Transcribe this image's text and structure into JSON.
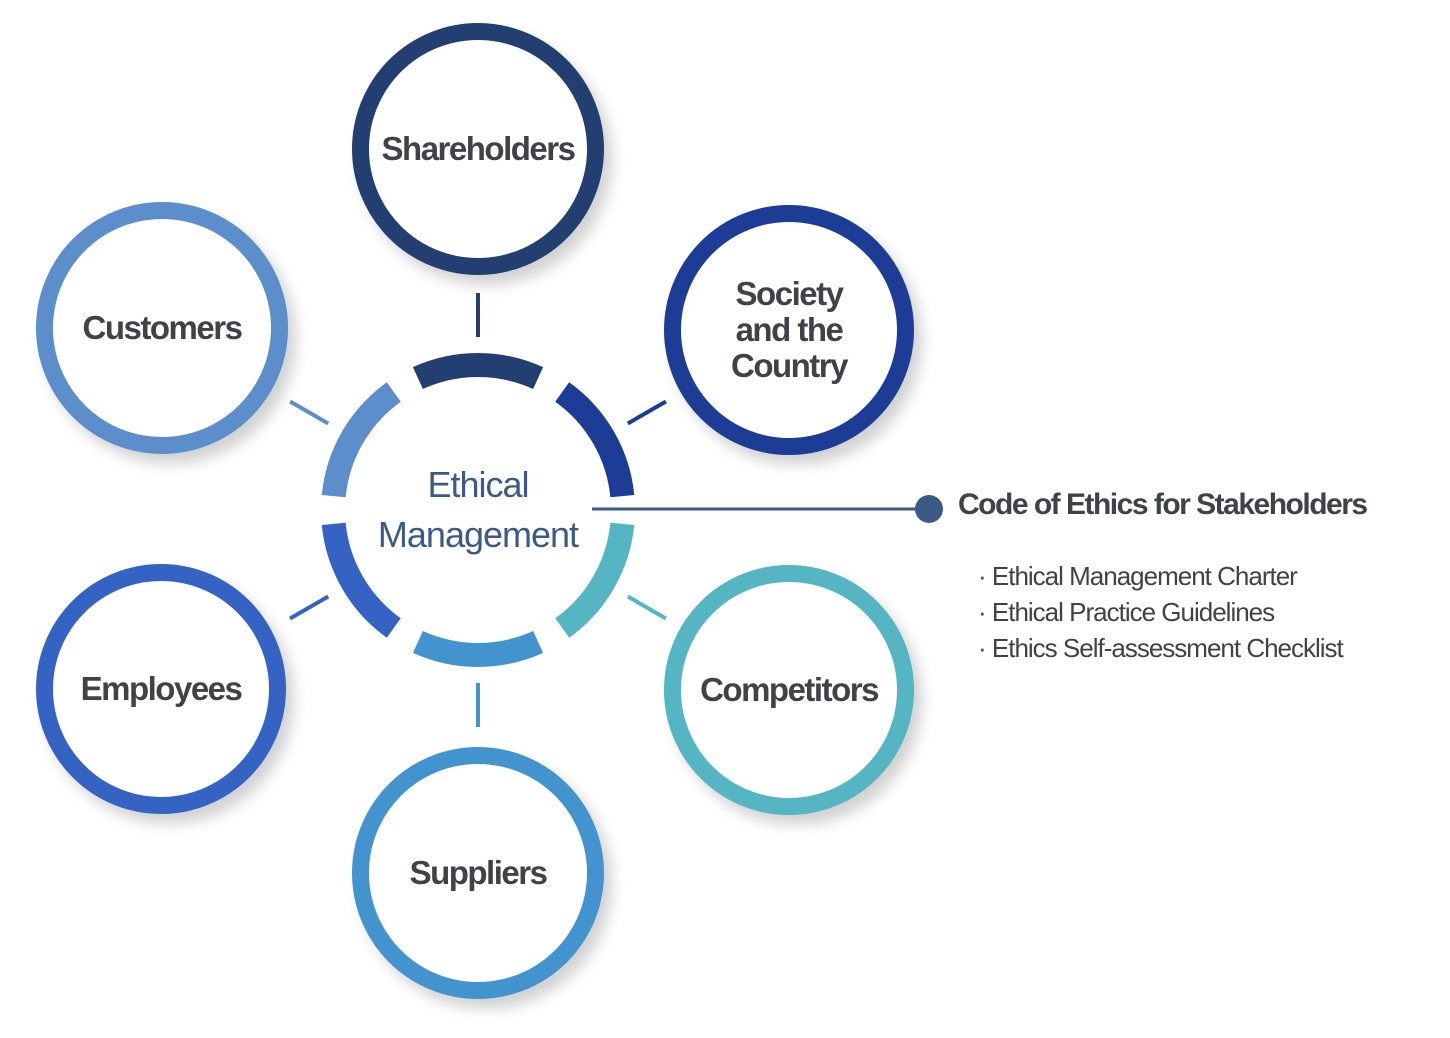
{
  "center": {
    "label": "Ethical\nManagement"
  },
  "stakeholders": [
    {
      "label": "Shareholders",
      "color": "#233f72"
    },
    {
      "label": "Society\nand the\nCountry",
      "color": "#1c3c96"
    },
    {
      "label": "Competitors",
      "color": "#55b5c2"
    },
    {
      "label": "Suppliers",
      "color": "#4394ce"
    },
    {
      "label": "Employees",
      "color": "#3563c4"
    },
    {
      "label": "Customers",
      "color": "#5b8ecb"
    }
  ],
  "code_of_ethics": {
    "title": "Code of Ethics for Stakeholders",
    "items": [
      "· Ethical Management Charter",
      "· Ethical Practice Guidelines",
      "· Ethics Self-assessment Checklist"
    ],
    "marker_color": "#3c5a85"
  }
}
